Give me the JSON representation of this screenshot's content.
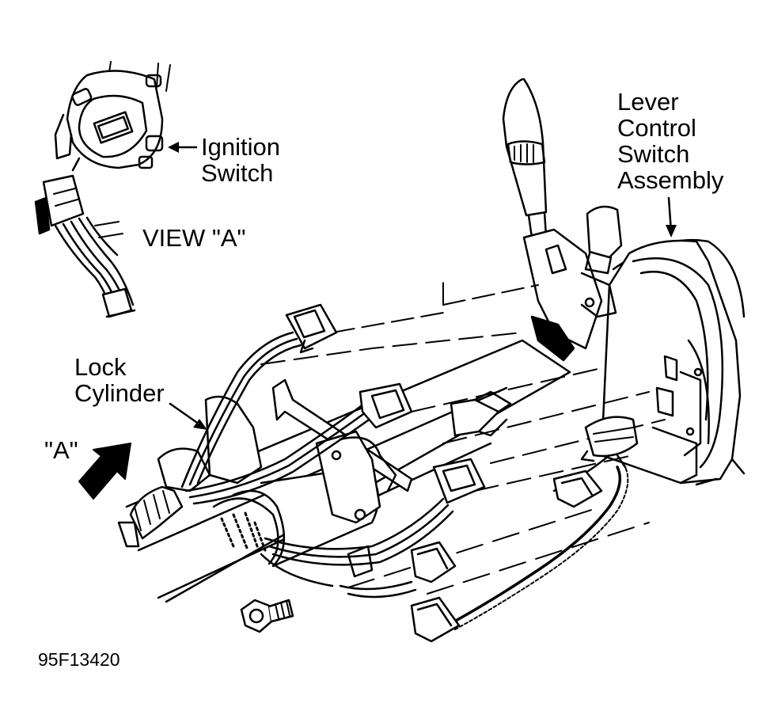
{
  "labels": {
    "ignition_switch": [
      "Ignition",
      "Switch"
    ],
    "view_a": "VIEW \"A\"",
    "lever_control": [
      "Lever",
      "Control",
      "Switch",
      "Assembly"
    ],
    "lock_cylinder": [
      "Lock",
      "Cylinder"
    ],
    "arrow_a": "\"A\""
  },
  "figure_code": "95F13420",
  "colors": {
    "ink": "#000000",
    "paper": "#ffffff"
  }
}
